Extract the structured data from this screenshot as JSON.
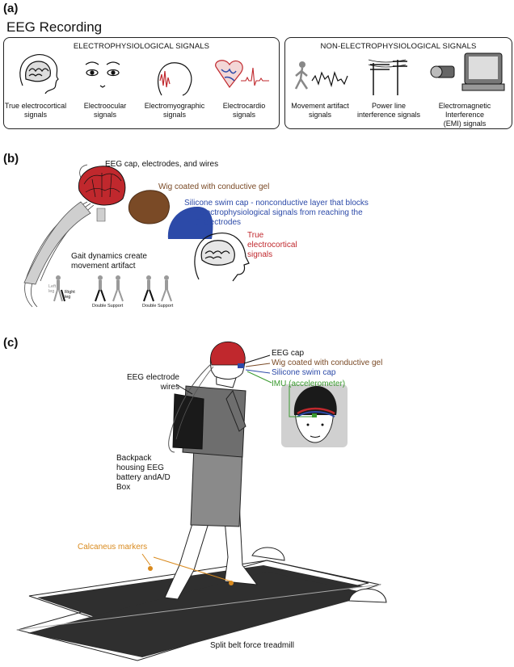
{
  "panel_a": {
    "label": "(a)",
    "title": "EEG Recording",
    "electro": {
      "heading": "ELECTROPHYSIOLOGICAL SIGNALS",
      "items": [
        {
          "line1": "True electrocortical",
          "line2": "signals"
        },
        {
          "line1": "Electroocular",
          "line2": "signals"
        },
        {
          "line1": "Electromyographic",
          "line2": "signals"
        },
        {
          "line1": "Electrocardio",
          "line2": "signals"
        }
      ]
    },
    "non_electro": {
      "heading": "NON-ELECTROPHYSIOLOGICAL SIGNALS",
      "items": [
        {
          "line1": "Movement artifact",
          "line2": "signals"
        },
        {
          "line1": "Power line",
          "line2": "interference signals"
        },
        {
          "line1": "Electromagnetic Interference",
          "line2": "(EMI) signals"
        }
      ]
    }
  },
  "panel_b": {
    "label": "(b)",
    "cap_label": "EEG cap, electrodes, and wires",
    "wig_label": "Wig coated with conductive gel",
    "silicone_line1": "Silicone swim cap - nonconductive layer that blocks",
    "silicone_line2": "any electrophysiological signals from reaching the",
    "silicone_line3": "EEG electrodes",
    "true_line1": "True",
    "true_line2": "electrocortical",
    "true_line3": "signals",
    "gait_line1": "Gait dynamics create",
    "gait_line2": "movement artifact",
    "left_leg_1": "Left",
    "left_leg_2": "leg",
    "right_leg_1": "Right",
    "right_leg_2": "leg",
    "double_support_1": "Double Support",
    "double_support_2": "Double Support"
  },
  "panel_c": {
    "label": "(c)",
    "eeg_cap": "EEG cap",
    "wig": "Wig coated with conductive gel",
    "silicone": "Silicone swim cap",
    "imu": "IMU (accelerometer)",
    "wires_line1": "EEG electrode",
    "wires_line2": "wires",
    "backpack_line1": "Backpack",
    "backpack_line2": "housing EEG",
    "backpack_line3": "battery andA/D",
    "backpack_line4": "Box",
    "calcaneus": "Calcaneus markers",
    "treadmill": "Split belt force treadmill"
  },
  "colors": {
    "cap_red": "#c0282d",
    "wig_brown": "#7a4a26",
    "silicone_blue": "#2c4aa8",
    "true_red": "#c0282d",
    "imu_green": "#3a9a2f",
    "calcaneus_orange": "#d98a1e",
    "treadmill_dark": "#2f2f2f"
  }
}
